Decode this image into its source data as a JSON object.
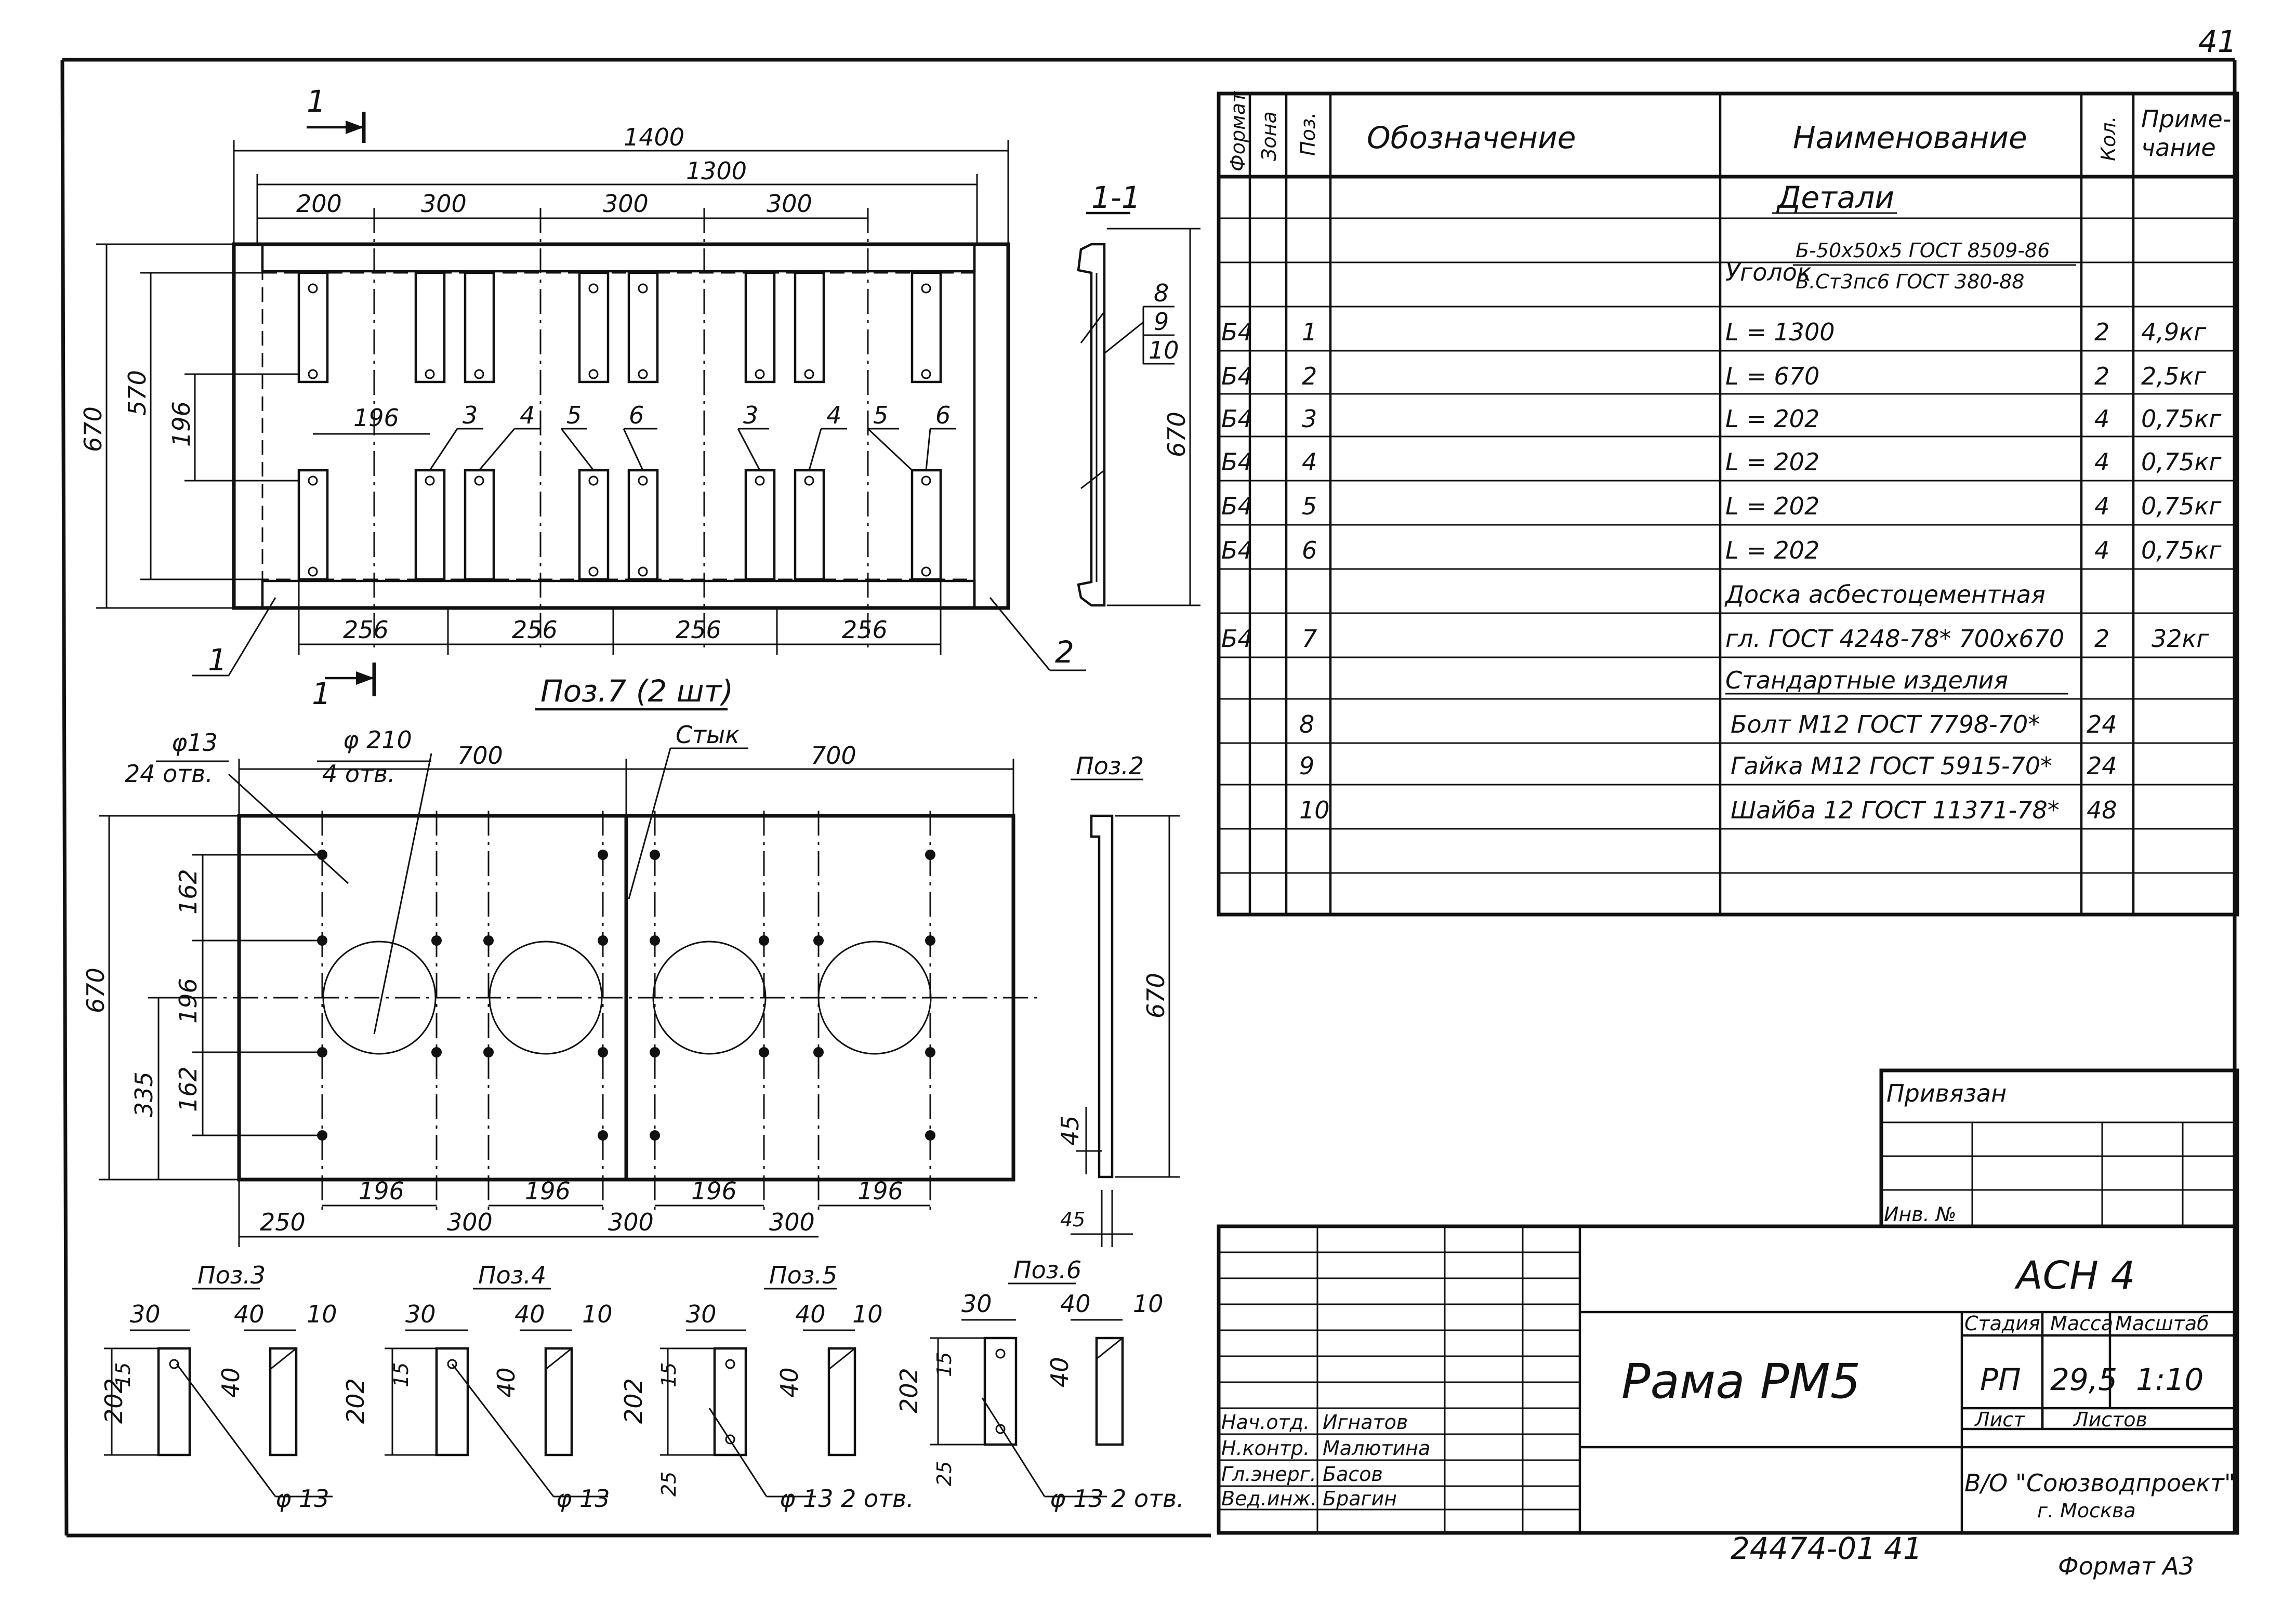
{
  "page": {
    "number": "41",
    "doc_number": "24474-01",
    "format_note": "Формат А3"
  },
  "spec": {
    "headers": {
      "format": "Формат",
      "zone": "Зона",
      "pos": "Поз.",
      "designation": "Обозначение",
      "name": "Наименование",
      "qty": "Кол.",
      "note": "Приме-\nчание",
      "note1": "Приме-",
      "note2": "чание"
    },
    "sections": {
      "details": "Детали",
      "standard": "Стандартные изделия"
    },
    "angle": {
      "label": "Уголок",
      "line1": "Б-50x50x5 ГОСТ 8509-86",
      "line2": "В.Ст3пс6 ГОСТ 380-88"
    },
    "rows": [
      {
        "format": "Б4",
        "pos": "1",
        "name": "L = 1300",
        "qty": "2",
        "note": "4,9кг"
      },
      {
        "format": "Б4",
        "pos": "2",
        "name": "L = 670",
        "qty": "2",
        "note": "2,5кг"
      },
      {
        "format": "Б4",
        "pos": "3",
        "name": "L = 202",
        "qty": "4",
        "note": "0,75кг"
      },
      {
        "format": "Б4",
        "pos": "4",
        "name": "L = 202",
        "qty": "4",
        "note": "0,75кг"
      },
      {
        "format": "Б4",
        "pos": "5",
        "name": "L = 202",
        "qty": "4",
        "note": "0,75кг"
      },
      {
        "format": "Б4",
        "pos": "6",
        "name": "L = 202",
        "qty": "4",
        "note": "0,75кг"
      }
    ],
    "board": {
      "line1": "Доска асбестоцементная",
      "line2": "гл. ГОСТ 4248-78* 700x670",
      "format": "Б4",
      "pos": "7",
      "qty": "2",
      "note": "32кг"
    },
    "std_rows": [
      {
        "pos": "8",
        "name": "Болт М12 ГОСТ 7798-70*",
        "qty": "24"
      },
      {
        "pos": "9",
        "name": "Гайка М12 ГОСТ 5915-70*",
        "qty": "24"
      },
      {
        "pos": "10",
        "name": "Шайба 12 ГОСТ 11371-78*",
        "qty": "48"
      }
    ]
  },
  "frame_view": {
    "section_mark": "1",
    "dims_top": {
      "overall": "1400",
      "inner": "1300",
      "spacings": [
        "200",
        "300",
        "300",
        "300"
      ]
    },
    "dims_left": {
      "outer": "670",
      "inner": "570",
      "gap": "196"
    },
    "dims_bottom": [
      "256",
      "256",
      "256",
      "256"
    ],
    "inner_dim": "196",
    "labels": [
      "3",
      "4",
      "5",
      "6",
      "3",
      "4",
      "5",
      "6"
    ],
    "callouts": {
      "left": "1",
      "right": "2"
    }
  },
  "section_view": {
    "title": "1-1",
    "items": [
      "8",
      "9",
      "10"
    ],
    "height": "670"
  },
  "plate_view": {
    "title": "Поз.7 (2 шт)",
    "small_holes": "φ13",
    "small_holes_count": "24 отв.",
    "big_holes": "φ 210",
    "big_holes_count": "4 отв.",
    "joint": "Стык",
    "top_dims": [
      "700",
      "700"
    ],
    "left_dims": {
      "overall": "670",
      "top": "162",
      "mid": "196",
      "bot": "162",
      "lower": "335"
    },
    "bottom_dims": [
      "196",
      "196",
      "196",
      "196"
    ],
    "bottom_dims2": [
      "250",
      "300",
      "300",
      "300"
    ]
  },
  "pos2_view": {
    "title": "Поз.2",
    "height": "670",
    "d1": "45",
    "d2": "45"
  },
  "small_parts": [
    {
      "title": "Поз.3",
      "w1": "30",
      "w2": "40",
      "w3": "10",
      "h": "202",
      "e": "15",
      "side": "40",
      "hole": "φ 13"
    },
    {
      "title": "Поз.4",
      "w1": "30",
      "w2": "40",
      "w3": "10",
      "h": "202",
      "e": "15",
      "side": "40",
      "hole": "φ 13"
    },
    {
      "title": "Поз.5",
      "w1": "30",
      "w2": "40",
      "w3": "10",
      "h": "202",
      "e": "15",
      "bot": "25",
      "side": "40",
      "hole": "φ 13 2 отв."
    },
    {
      "title": "Поз.6",
      "w1": "30",
      "w2": "40",
      "w3": "10",
      "h": "202",
      "e": "15",
      "bot": "25",
      "side": "40",
      "hole": "φ 13 2 отв."
    }
  ],
  "stamp": {
    "bound": "Привязан",
    "inv": "Инв. №",
    "code": "АСН 4",
    "title": "Рама РМ5",
    "stage_h": "Стадия",
    "mass_h": "Масса",
    "scale_h": "Масштаб",
    "stage": "РП",
    "mass": "29,5",
    "scale": "1:10",
    "sheet_h": "Лист",
    "sheets_h": "Листов",
    "org1": "В/О \"Союзводпроект\"",
    "org2": "г. Москва",
    "people": [
      {
        "role": "Нач.отд.",
        "name": "Игнатов"
      },
      {
        "role": "Н.контр.",
        "name": "Малютина"
      },
      {
        "role": "Гл.энерг.",
        "name": "Басов"
      },
      {
        "role": "Вед.инж.",
        "name": "Брагин"
      }
    ]
  }
}
